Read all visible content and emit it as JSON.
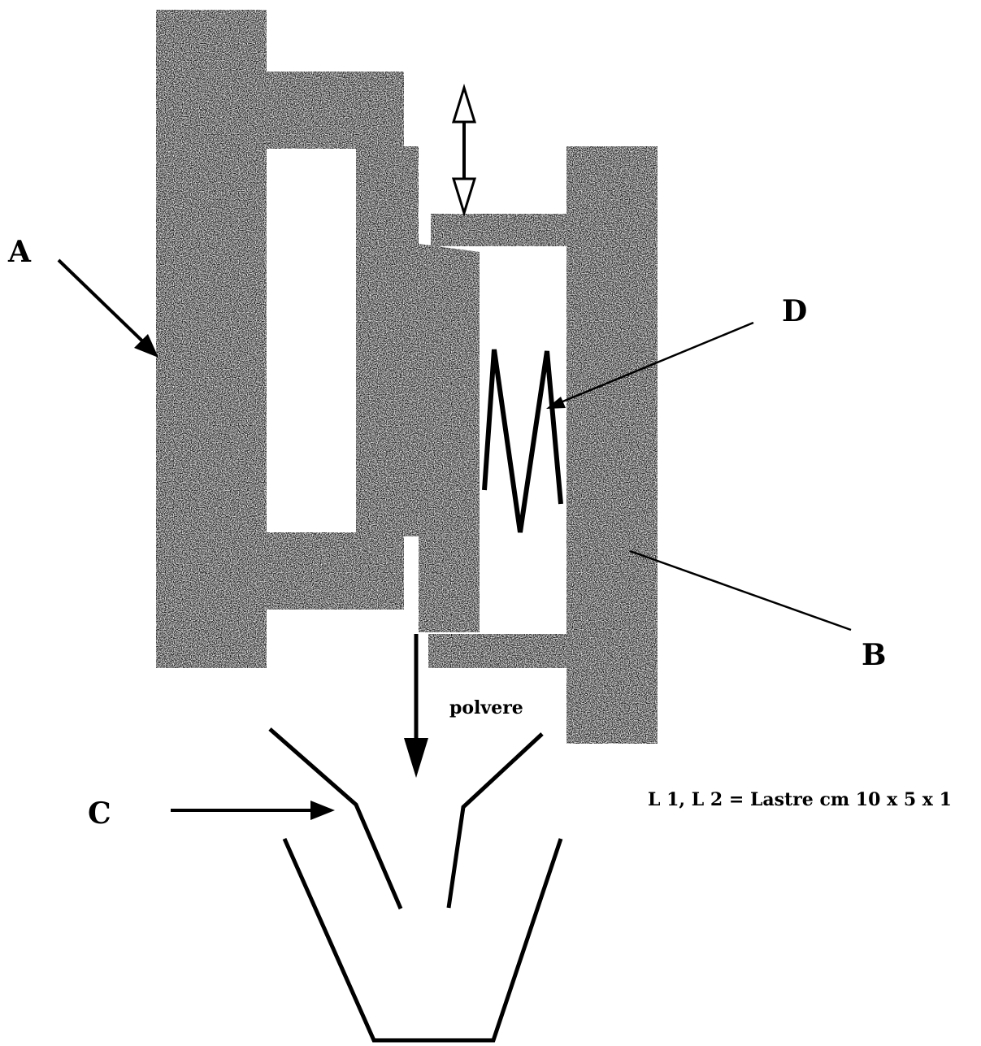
{
  "labels": {
    "a": "A",
    "b": "B",
    "c": "C",
    "d": "D",
    "polvere": "polvere",
    "note": "L 1, L 2 = Lastre cm 10 x 5 x 1"
  },
  "colors": {
    "plate_fill": "#1c1c1c",
    "speckle": "#ffffff",
    "line": "#000000",
    "background": "#ffffff"
  }
}
